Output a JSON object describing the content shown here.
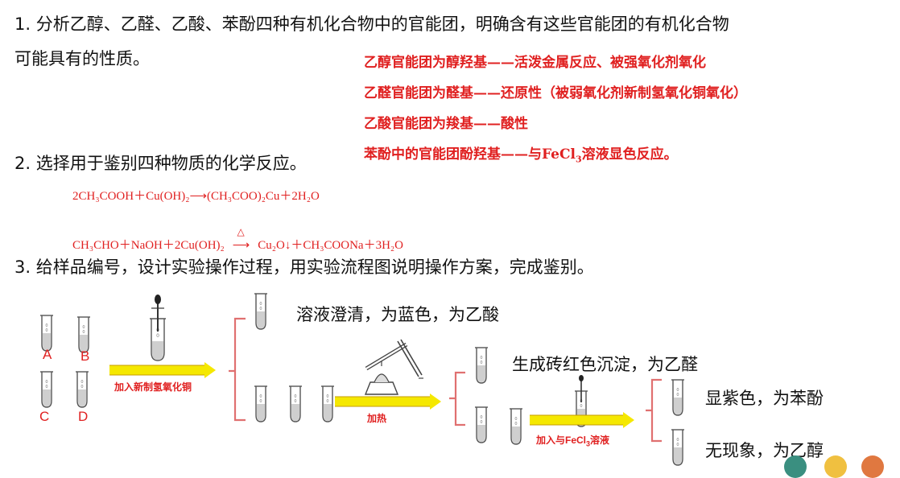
{
  "questions": {
    "q1_line1": "1. 分析乙醇、乙醛、乙酸、苯酚四种有机化合物中的官能团，明确含有这些官能团的有机化合物",
    "q1_line2": "可能具有的性质。",
    "q2": "2. 选择用于鉴别四种物质的化学反应。",
    "q3": "3. 给样品编号，设计实验操作过程，用实验流程图说明操作方案，完成鉴别。"
  },
  "answers": [
    "乙醇官能团为醇羟基——活泼金属反应、被强氧化剂氧化",
    "乙醛官能团为醛基——还原性（被弱氧化剂新制氢氧化铜氧化）",
    "乙酸官能团为羧基——酸性"
  ],
  "answer4": {
    "prefix": "苯酚中的官能团酚羟基——与FeCl",
    "sub": "3",
    "suffix": "溶液显色反应。"
  },
  "equations": {
    "eq1": "2CH₃COOH＋Cu(OH)₂⟶(CH₃COO)₂Cu＋2H₂O",
    "eq2_left": "CH₃CHO＋NaOH＋2Cu(OH)₂",
    "eq2_condition": "△",
    "eq2_right": "Cu₂O↓＋CH₃COONa＋3H₂O"
  },
  "flow": {
    "tube_labels": [
      "A",
      "B",
      "C",
      "D"
    ],
    "step1_label": "加入新制氢氧化铜",
    "step2_label": "加热",
    "step3_prefix": "加入与FeCl",
    "step3_sub": "3",
    "step3_suffix": "溶液",
    "result_acid": "溶液澄清，为蓝色，为乙酸",
    "result_aldehyde": "生成砖红色沉淀，为乙醛",
    "result_phenol": "显紫色，为苯酚",
    "result_ethanol": "无现象，为乙醇"
  },
  "colors": {
    "answer_red": "#e02020",
    "arrow_yellow": "#f5e800",
    "bracket_red": "#e07070",
    "dot_teal": "#3a8f80",
    "dot_yellow": "#f0c040",
    "dot_orange": "#e07840"
  }
}
